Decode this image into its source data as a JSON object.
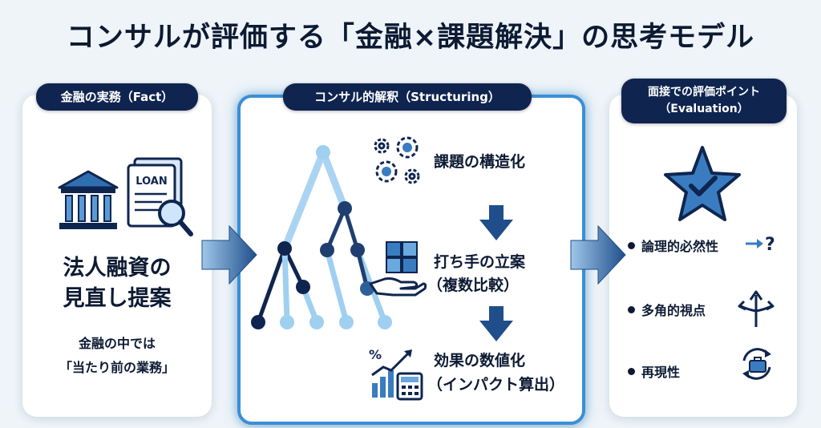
{
  "title": "コンサルが評価する「金融×課題解決」の思考モデル",
  "left": {
    "header": "金融の実務（Fact）",
    "doc_label": "LOAN",
    "main_line1": "法人融資の",
    "main_line2": "見直し提案",
    "sub_line1": "金融の中では",
    "sub_line2": "「当たり前の業務」"
  },
  "middle": {
    "header": "コンサル的解釈（Structuring）",
    "step1": "課題の構造化",
    "step2_line1": "打ち手の立案",
    "step2_line2": "（複数比較）",
    "step3_line1": "効果の数値化",
    "step3_line2": "（インパクト算出）"
  },
  "right": {
    "header_line1": "面接での評価ポイント",
    "header_line2": "（Evaluation）",
    "items": [
      "論理的必然性",
      "多角的視点",
      "再現性"
    ]
  },
  "colors": {
    "navy": "#0f2550",
    "accent_blue": "#3a8fd6",
    "light_blue": "#9fd0f0"
  }
}
